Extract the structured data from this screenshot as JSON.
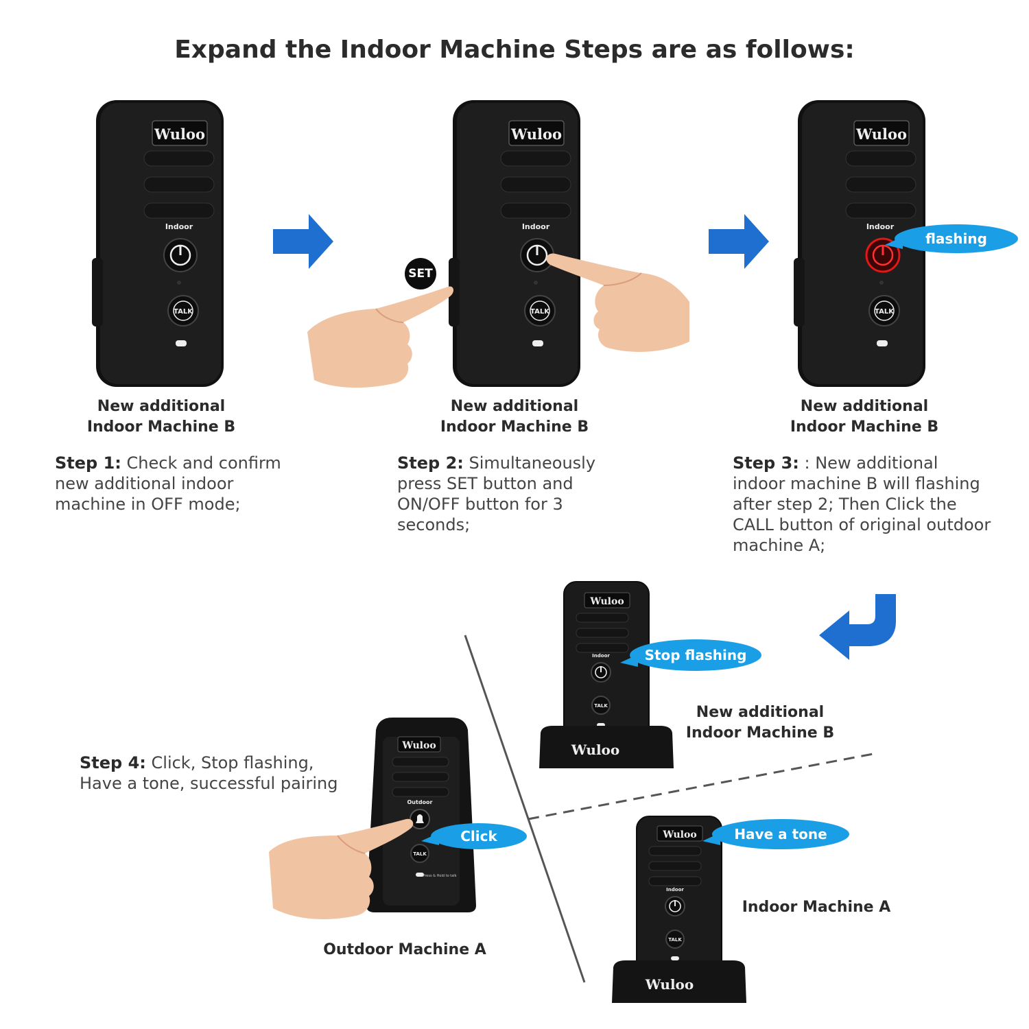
{
  "title": "Expand the Indoor Machine Steps are as follows:",
  "brand": "Wuloo",
  "labels": {
    "indoor": "Indoor",
    "outdoor": "Outdoor",
    "talk": "TALK",
    "set": "SET",
    "press_hold": "Press & Hold to talk"
  },
  "steps": [
    {
      "caption_line1": "New additional",
      "caption_line2": "Indoor Machine B",
      "title": "Step 1:",
      "text": "Check and confirm new additional indoor machine in OFF mode;"
    },
    {
      "caption_line1": "New additional",
      "caption_line2": "Indoor Machine B",
      "title": "Step 2:",
      "text": "Simultaneously press SET button and ON/OFF button for 3 seconds;"
    },
    {
      "caption_line1": "New additional",
      "caption_line2": "Indoor Machine B",
      "title": "Step 3:",
      "text": ": New additional indoor machine B will flashing after step 2; Then Click the CALL button of original outdoor machine A;"
    }
  ],
  "step4": {
    "title": "Step 4:",
    "line1": "Click, Stop flashing,",
    "line2": "Have a tone, successful pairing"
  },
  "bubbles": {
    "flashing": "flashing",
    "stop_flashing": "Stop flashing",
    "click": "Click",
    "have_tone": "Have a tone"
  },
  "captions_bottom": {
    "new_b_line1": "New additional",
    "new_b_line2": "Indoor Machine B",
    "indoor_a": "Indoor Machine A",
    "outdoor_a": "Outdoor Machine A"
  },
  "colors": {
    "arrow": "#1f6fd1",
    "bubble": "#1a9ee6",
    "device": "#1c1c1c",
    "flash_red": "#e01818"
  }
}
